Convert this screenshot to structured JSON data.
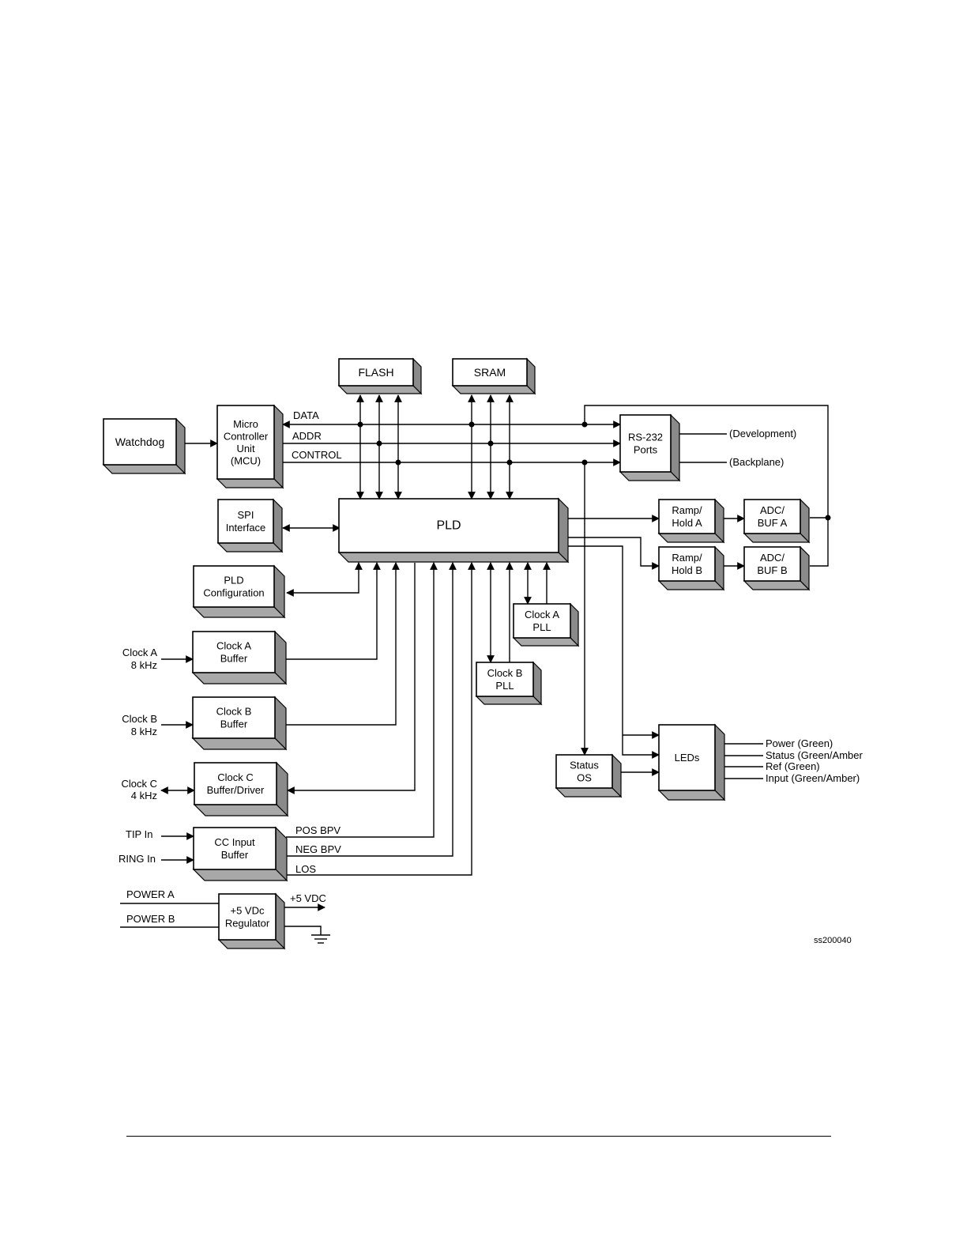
{
  "blocks": {
    "flash": [
      "FLASH"
    ],
    "sram": [
      "SRAM"
    ],
    "watchdog": [
      "Watchdog"
    ],
    "mcu": [
      "Micro",
      "Controller",
      "Unit",
      "(MCU)"
    ],
    "rs232": [
      "RS-232",
      "Ports"
    ],
    "spi": [
      "SPI",
      "Interface"
    ],
    "pld": [
      "PLD"
    ],
    "pld_config": [
      "PLD",
      "Configuration"
    ],
    "ramp_a": [
      "Ramp/",
      "Hold A"
    ],
    "ramp_b": [
      "Ramp/",
      "Hold B"
    ],
    "adc_a": [
      "ADC/",
      "BUF A"
    ],
    "adc_b": [
      "ADC/",
      "BUF B"
    ],
    "clock_a_pll": [
      "Clock A",
      "PLL"
    ],
    "clock_b_pll": [
      "Clock B",
      "PLL"
    ],
    "clock_a_buffer": [
      "Clock A",
      "Buffer"
    ],
    "clock_b_buffer": [
      "Clock B",
      "Buffer"
    ],
    "clock_c_buffer": [
      "Clock C",
      "Buffer/Driver"
    ],
    "cc_input": [
      "CC Input",
      "Buffer"
    ],
    "regulator": [
      "+5 VDc",
      "Regulator"
    ],
    "status_os": [
      "Status",
      "OS"
    ],
    "leds": [
      "LEDs"
    ]
  },
  "signals": {
    "data": "DATA",
    "addr": "ADDR",
    "control": "CONTROL",
    "development": "(Development)",
    "backplane": "(Backplane)",
    "pos_bpv": "POS BPV",
    "neg_bpv": "NEG BPV",
    "los": "LOS",
    "plus5vdc": "+5 VDC"
  },
  "inputs": {
    "clock_a": [
      "Clock A",
      "8 kHz"
    ],
    "clock_b": [
      "Clock B",
      "8 kHz"
    ],
    "clock_c": [
      "Clock C",
      "4 kHz"
    ],
    "tip_in": "TIP In",
    "ring_in": "RING In",
    "power_a": "POWER A",
    "power_b": "POWER B"
  },
  "led_outputs": [
    "Power (Green)",
    "Status (Green/Amber",
    "Ref (Green)",
    "Input (Green/Amber)"
  ],
  "figure_id": "ss200040"
}
